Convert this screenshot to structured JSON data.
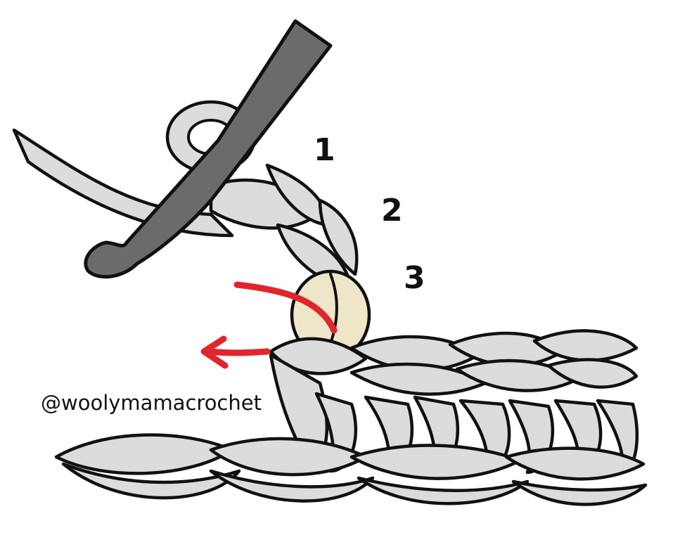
{
  "credit": "@woolymamacrochet",
  "step_labels": [
    "1",
    "2",
    "3"
  ],
  "colors": {
    "yarn": "#dcdcdc",
    "highlight_stitch": "#efe5c8",
    "hook": "#6b6b6b",
    "arrow": "#e0262b",
    "outline": "#111111"
  },
  "icons": {
    "hook": "crochet-hook-icon",
    "arrow": "insertion-arrow-icon"
  }
}
